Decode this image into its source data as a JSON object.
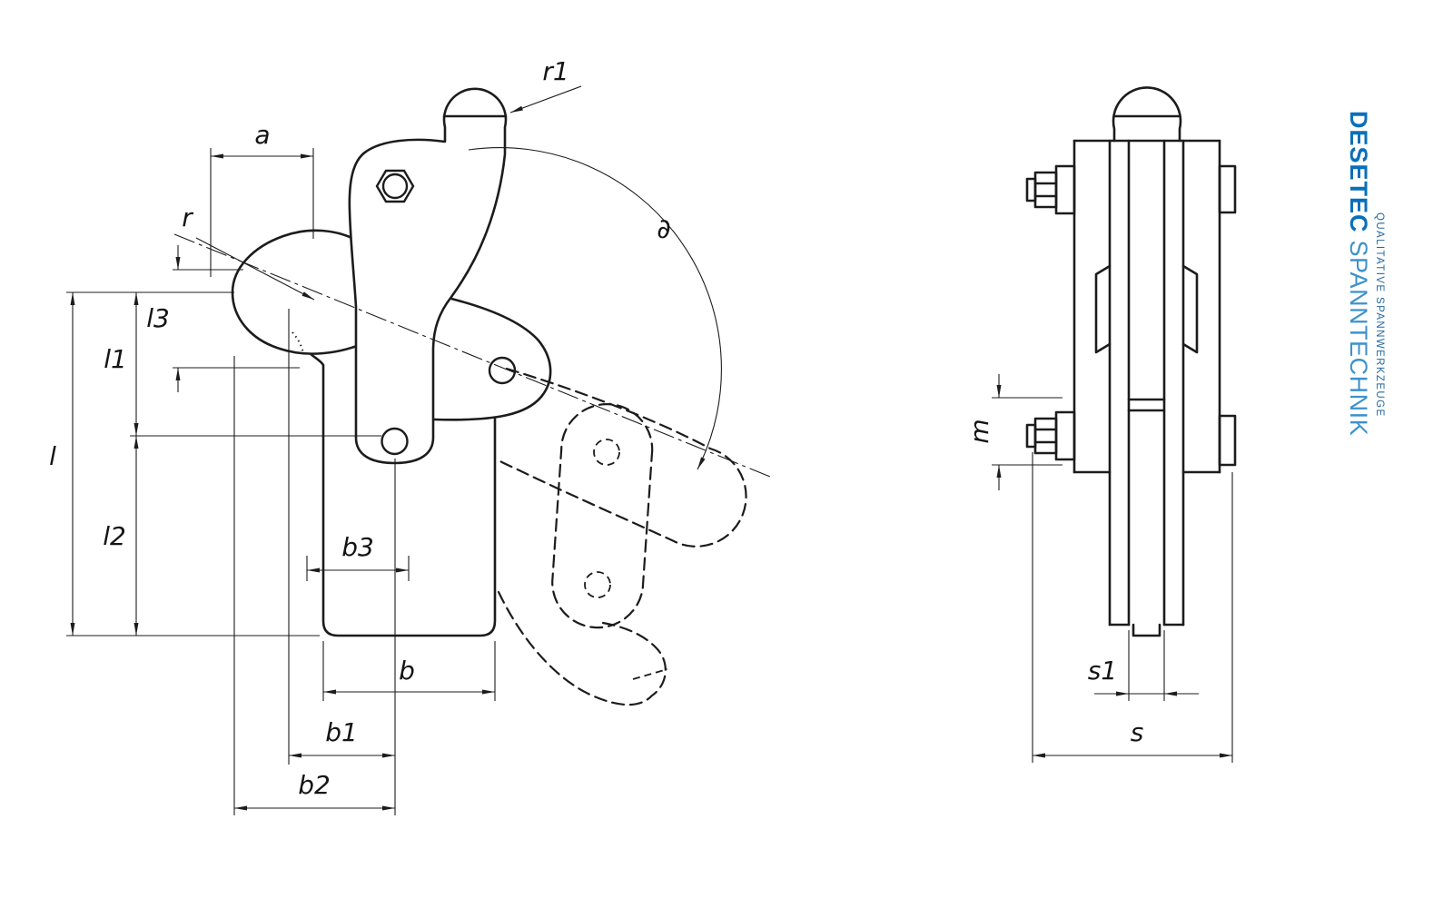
{
  "meta": {
    "type": "technical-drawing",
    "description": "Two-view dimensioned engineering drawing of a vertical toggle clamp"
  },
  "colors": {
    "ink": "#1c1c1c",
    "background": "#ffffff",
    "brand_primary": "#0a6fba",
    "brand_secondary": "#3c92cc",
    "brand_tagline": "#26689f"
  },
  "side_view": {
    "labels": {
      "r1": "r1",
      "a": "a",
      "r": "r",
      "l3": "l3",
      "l1": "l1",
      "l": "l",
      "l2": "l2",
      "b3": "b3",
      "b": "b",
      "b1": "b1",
      "b2": "b2",
      "angle": "∂"
    }
  },
  "front_view": {
    "labels": {
      "m": "m",
      "s1": "s1",
      "s": "s"
    }
  },
  "logo": {
    "brand": "DESETEC",
    "division": "SPANNTECHNIK",
    "tagline": "QUALITATIVE SPANNWERKZEUGE"
  }
}
